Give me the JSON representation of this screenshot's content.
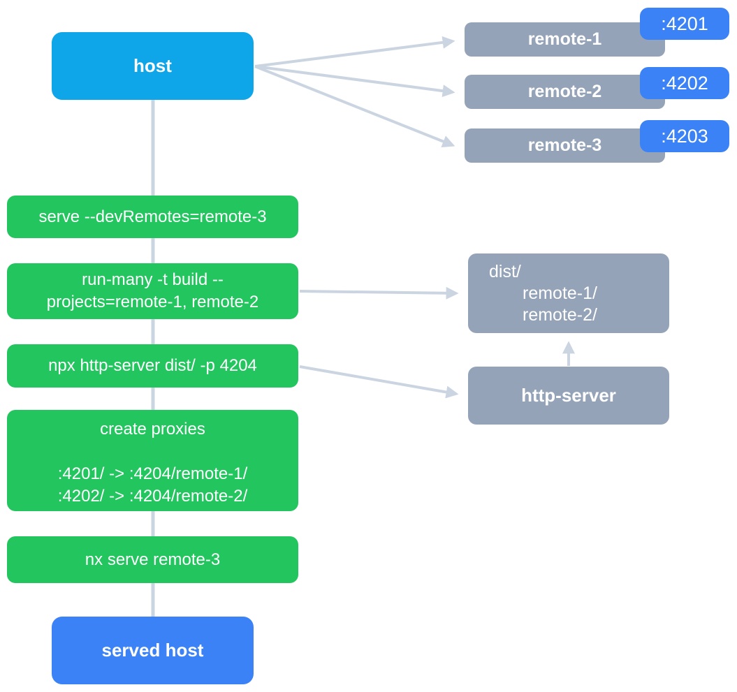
{
  "colors": {
    "host_blue": "#0ea5e9",
    "accent_blue": "#3b82f6",
    "step_green": "#22c55e",
    "node_slate": "#94a3b8",
    "connector_gray": "#cbd5e1",
    "text_white": "#ffffff"
  },
  "host": {
    "label": "host"
  },
  "served_host": {
    "label": "served host"
  },
  "remotes": [
    {
      "label": "remote-1",
      "port": ":4201"
    },
    {
      "label": "remote-2",
      "port": ":4202"
    },
    {
      "label": "remote-3",
      "port": ":4203"
    }
  ],
  "steps": [
    {
      "label": "serve --devRemotes=remote-3"
    },
    {
      "line1": "run-many -t build --",
      "line2": "projects=remote-1, remote-2"
    },
    {
      "label": "npx http-server dist/ -p 4204"
    },
    {
      "title": "create proxies",
      "proxy1": ":4201/ -> :4204/remote-1/",
      "proxy2": ":4202/ -> :4204/remote-2/"
    },
    {
      "label": "nx serve remote-3"
    }
  ],
  "dist": {
    "line1": "dist/",
    "line2": "remote-1/",
    "line3": "remote-2/"
  },
  "http_server": {
    "label": "http-server"
  }
}
